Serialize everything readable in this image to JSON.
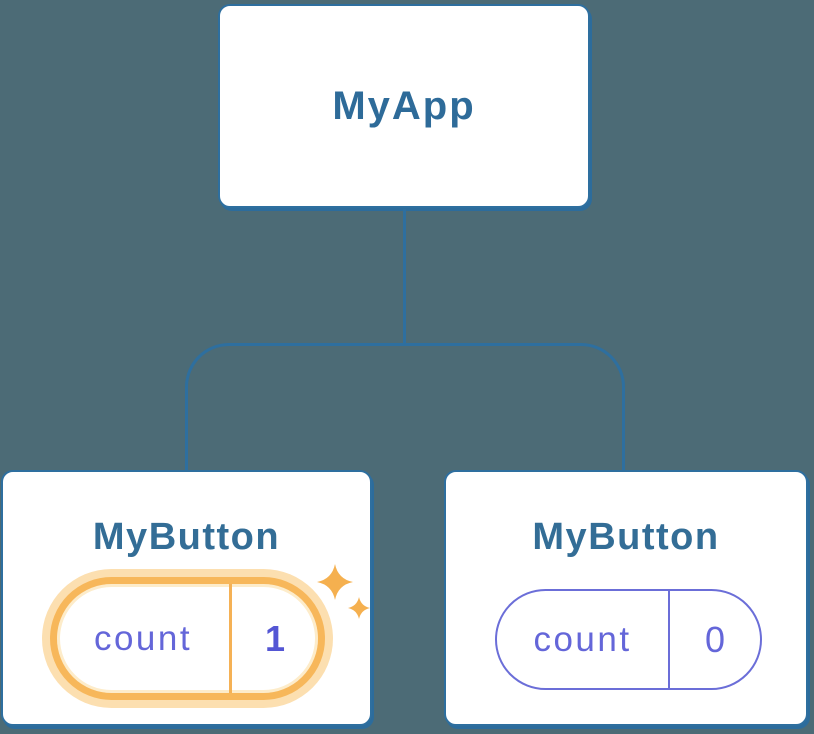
{
  "tree": {
    "root": {
      "label": "MyApp"
    },
    "children": [
      {
        "label": "MyButton",
        "state": {
          "key": "count",
          "value": "1"
        },
        "highlighted": true
      },
      {
        "label": "MyButton",
        "state": {
          "key": "count",
          "value": "0"
        },
        "highlighted": false
      }
    ]
  },
  "icons": {
    "sparkle": "sparkle-icon"
  },
  "colors": {
    "background": "#4c6b76",
    "node_border": "#2e6f9f",
    "root_label_text": "#2e6b99",
    "child_label_text": "#336d96",
    "state_key_text": "#6466d9",
    "state_value_highlight_text": "#5456d4",
    "state_value_default_text": "#6466d9",
    "state_pill_default_border": "#6b6ed8",
    "state_pill_highlight_border": "#f7b75a",
    "state_pill_highlight_glow": "#fcdfb0",
    "sparkle": "#f5b04f"
  }
}
